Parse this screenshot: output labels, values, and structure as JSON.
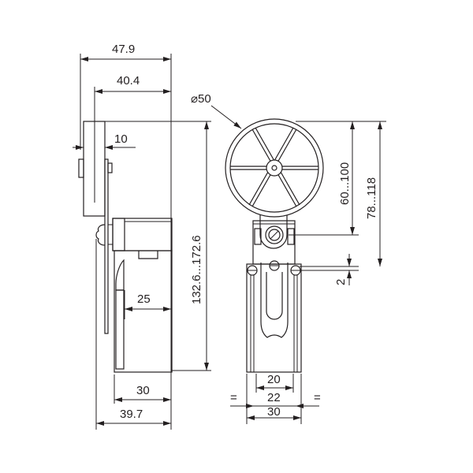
{
  "drawing": {
    "side_view": {
      "dim_overall_width": "47.9",
      "dim_lever_width": "40.4",
      "dim_lever_offset": "10",
      "dim_body_inner": "25",
      "dim_height_range": "132.6...172.6",
      "dim_body_depth": "30",
      "dim_total_depth": "39.7"
    },
    "front_view": {
      "dim_wheel_diameter": "⌀50",
      "dim_wheel_height_range": "60...100",
      "dim_lever_height_range": "78...118",
      "dim_gap": "2",
      "dim_mount_20": "20",
      "dim_mount_22": "22",
      "dim_body_width": "30",
      "equal_mark_left": "=",
      "equal_mark_right": "="
    },
    "line_color": "#231f20"
  }
}
